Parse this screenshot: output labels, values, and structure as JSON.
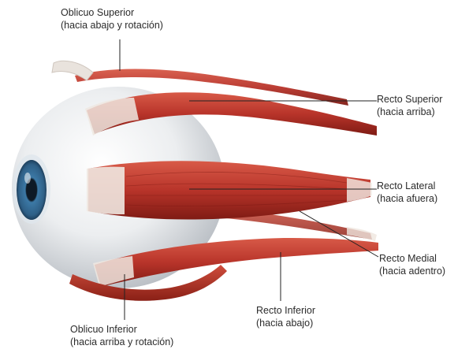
{
  "labels": {
    "oblicuo_superior": {
      "name": "Oblicuo Superior",
      "action": "(hacia abajo y rotación)"
    },
    "recto_superior": {
      "name": "Recto Superior",
      "action": "(hacia arriba)"
    },
    "recto_lateral": {
      "name": "Recto Lateral",
      "action": "(hacia afuera)"
    },
    "recto_medial": {
      "name": "Recto Medial",
      "action": "(hacia adentro)"
    },
    "recto_inferior": {
      "name": "Recto Inferior",
      "action": "(hacia abajo)"
    },
    "oblicuo_inferior": {
      "name": "Oblicuo Inferior",
      "action": "(hacia arriba y rotación)"
    }
  },
  "colors": {
    "muscle": "#c0392b",
    "muscle_dark": "#8e1f16",
    "tendon": "#e8e2dc",
    "sclera": "#eef0f2",
    "iris": "#2e5f86",
    "pupil": "#0e1a26",
    "leader_line": "#222222"
  }
}
